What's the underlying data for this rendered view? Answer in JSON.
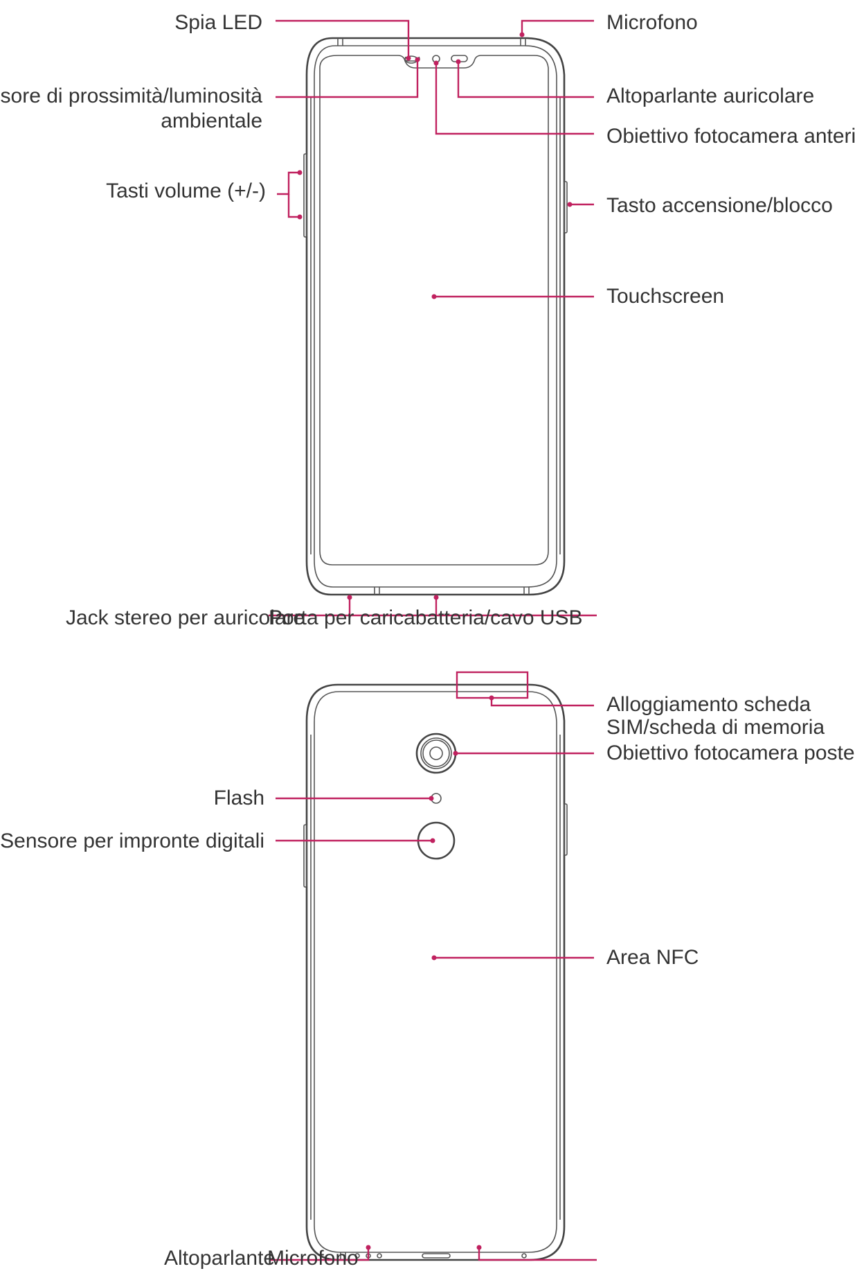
{
  "diagram": {
    "front_labels": {
      "led": "Spia LED",
      "proximity_line1": "Sensore di prossimità/luminosità",
      "proximity_line2": "ambientale",
      "volume": "Tasti volume (+/-)",
      "microphone_top": "Microfono",
      "earpiece": "Altoparlante auricolare",
      "front_camera": "Obiettivo fotocamera anteriore",
      "power": "Tasto accensione/blocco",
      "touchscreen": "Touchscreen",
      "headset_jack": "Jack stereo per auricolare",
      "usb_port": "Porta per caricabatteria/cavo USB"
    },
    "back_labels": {
      "sim_tray_line1": "Alloggiamento scheda",
      "sim_tray_line2": "SIM/scheda di memoria",
      "rear_camera": "Obiettivo fotocamera posteriore",
      "flash": "Flash",
      "fingerprint": "Sensore per impronte digitali",
      "nfc": "Area NFC",
      "speaker": "Altoparlante",
      "microphone_bottom": "Microfono"
    },
    "colors": {
      "leader": "#c0215f",
      "outline": "#444444",
      "text": "#333333"
    }
  }
}
